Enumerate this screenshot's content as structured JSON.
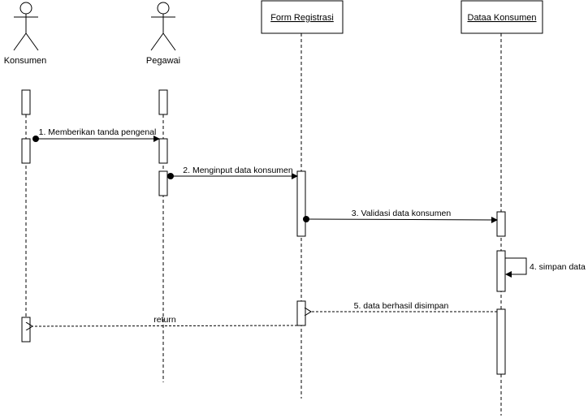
{
  "participants": {
    "konsumen": {
      "label": "Konsumen",
      "kind": "actor"
    },
    "pegawai": {
      "label": "Pegawai",
      "kind": "actor"
    },
    "form": {
      "label": "Form Registrasi",
      "kind": "object"
    },
    "data": {
      "label": "Dataa Konsumen",
      "kind": "object"
    }
  },
  "messages": [
    {
      "label": "1. Memberikan tanda pengenal",
      "from": "Konsumen",
      "to": "Pegawai",
      "type": "sync"
    },
    {
      "label": "2. Menginput data konsumen",
      "from": "Pegawai",
      "to": "Form Registrasi",
      "type": "sync"
    },
    {
      "label": "3. Validasi data konsumen",
      "from": "Form Registrasi",
      "to": "Dataa Konsumen",
      "type": "sync"
    },
    {
      "label": "4. simpan data",
      "from": "Dataa Konsumen",
      "to": "Dataa Konsumen",
      "type": "self"
    },
    {
      "label": "5. data berhasil disimpan",
      "from": "Dataa Konsumen",
      "to": "Form Registrasi",
      "type": "return"
    },
    {
      "label": "return",
      "from": "Form Registrasi",
      "to": "Konsumen",
      "type": "return"
    }
  ]
}
